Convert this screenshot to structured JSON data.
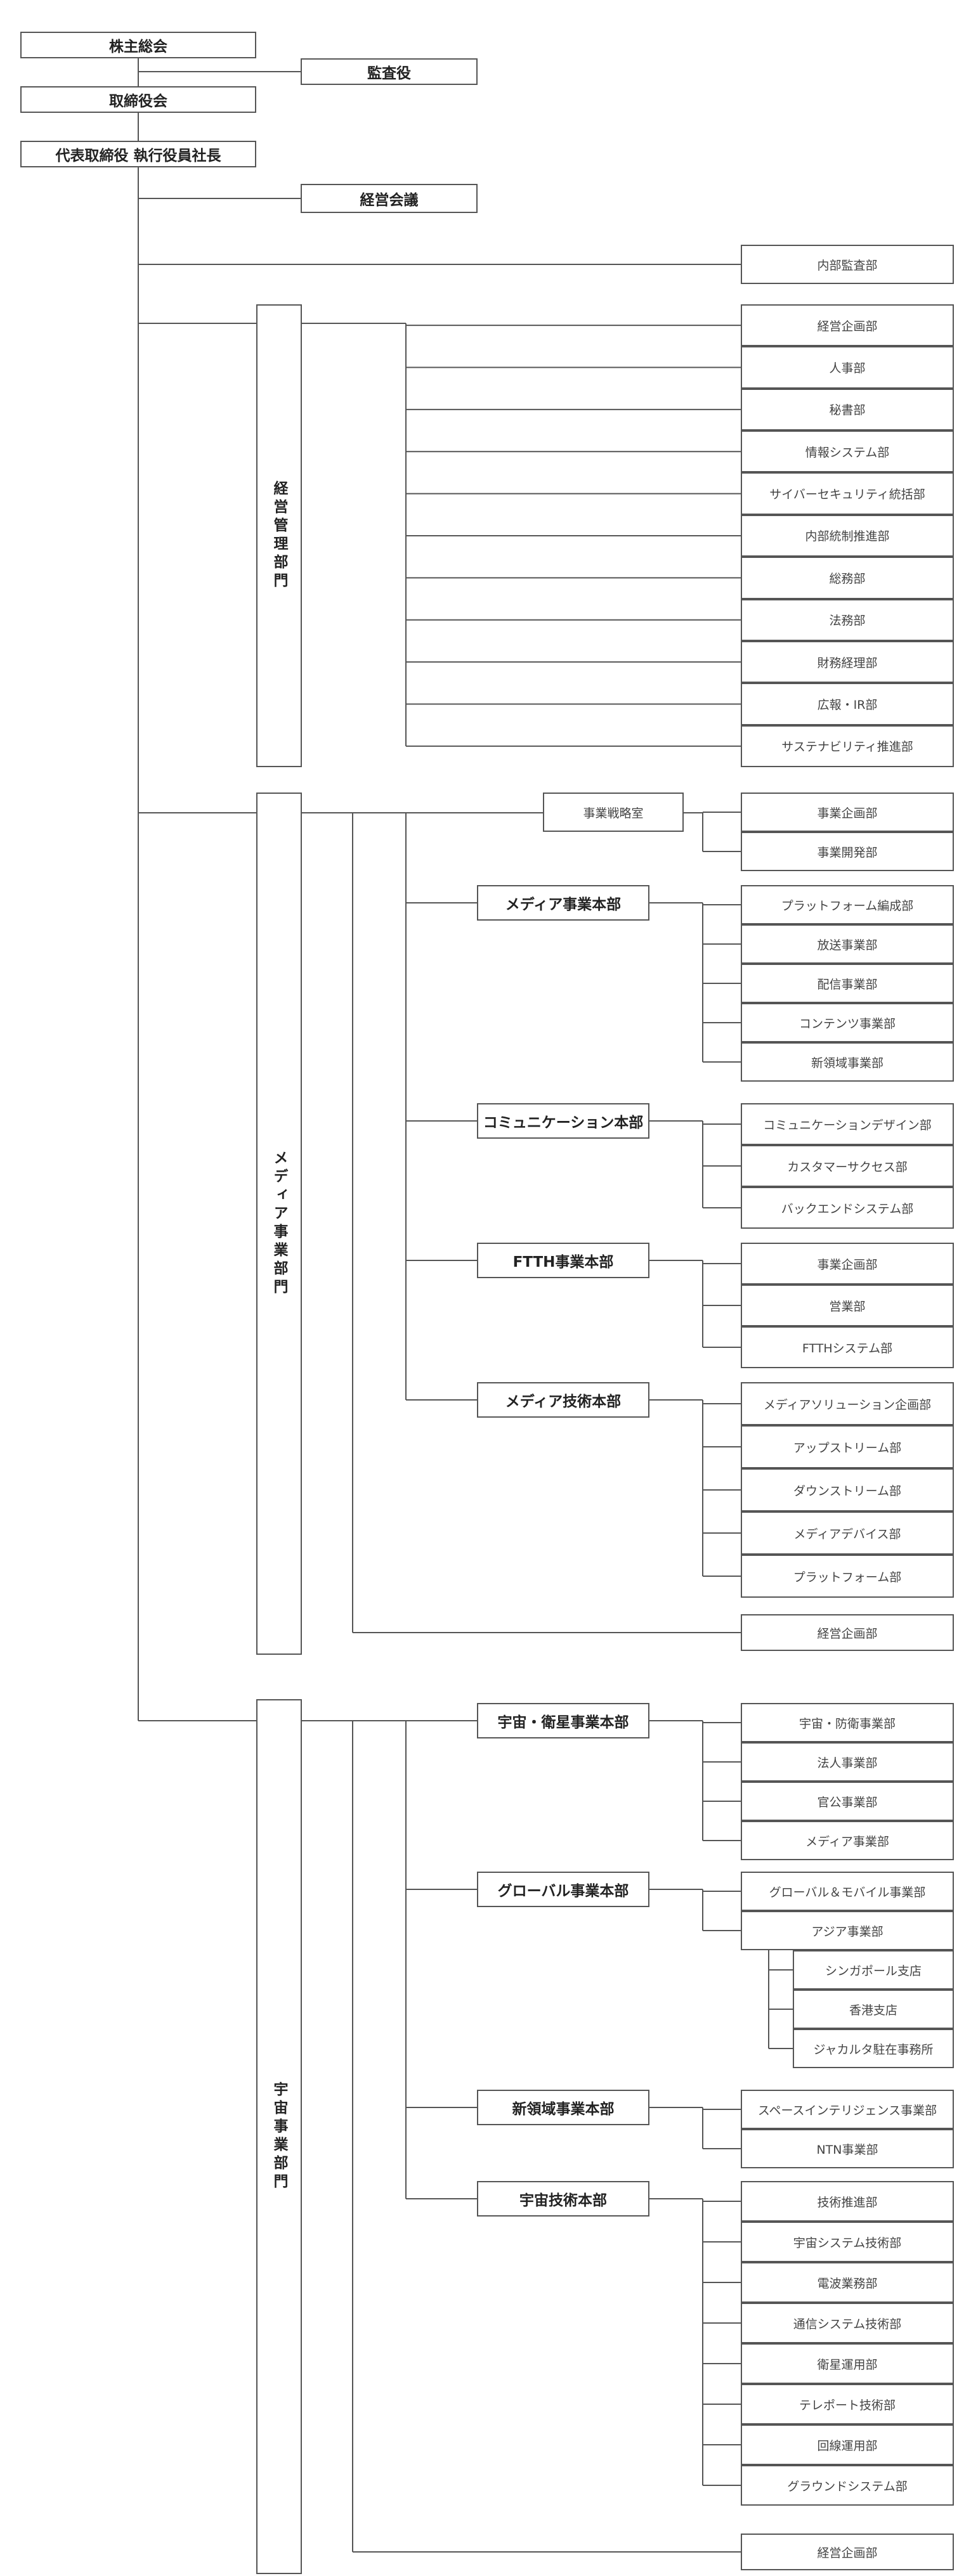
{
  "top": {
    "shareholders": "株主総会",
    "auditor": "監査役",
    "board": "取締役会",
    "president": "代表取締役 執行役員社長",
    "mgmt_meeting": "経営会議",
    "internal_audit": "内部監査部"
  },
  "management": {
    "title": "経営管理部門",
    "departments": [
      "経営企画部",
      "人事部",
      "秘書部",
      "情報システム部",
      "サイバーセキュリティ統括部",
      "内部統制推進部",
      "総務部",
      "法務部",
      "財務経理部",
      "広報・IR部",
      "サステナビリティ推進部"
    ]
  },
  "media": {
    "title": "メディア事業部門",
    "strategy_office": {
      "name": "事業戦略室",
      "departments": [
        "事業企画部",
        "事業開発部"
      ]
    },
    "hq_media": {
      "name": "メディア事業本部",
      "departments": [
        "プラットフォーム編成部",
        "放送事業部",
        "配信事業部",
        "コンテンツ事業部",
        "新領域事業部"
      ]
    },
    "hq_comm": {
      "name": "コミュニケーション本部",
      "departments": [
        "コミュニケーションデザイン部",
        "カスタマーサクセス部",
        "バックエンドシステム部"
      ]
    },
    "hq_ftth": {
      "name": "FTTH事業本部",
      "departments": [
        "事業企画部",
        "営業部",
        "FTTHシステム部"
      ]
    },
    "hq_tech": {
      "name": "メディア技術本部",
      "departments": [
        "メディアソリューション企画部",
        "アップストリーム部",
        "ダウンストリーム部",
        "メディアデバイス部",
        "プラットフォーム部"
      ]
    },
    "planning": "経営企画部"
  },
  "space": {
    "title": "宇宙事業部門",
    "hq_sat": {
      "name": "宇宙・衛星事業本部",
      "departments": [
        "宇宙・防衛事業部",
        "法人事業部",
        "官公事業部",
        "メディア事業部"
      ]
    },
    "hq_global": {
      "name": "グローバル事業本部",
      "departments": [
        "グローバル＆モバイル事業部",
        "アジア事業部"
      ],
      "branches": [
        "シンガポール支店",
        "香港支店",
        "ジャカルタ駐在事務所"
      ]
    },
    "hq_new": {
      "name": "新領域事業本部",
      "departments": [
        "スペースインテリジェンス事業部",
        "NTN事業部"
      ]
    },
    "hq_tech": {
      "name": "宇宙技術本部",
      "departments": [
        "技術推進部",
        "宇宙システム技術部",
        "電波業務部",
        "通信システム技術部",
        "衛星運用部",
        "テレポート技術部",
        "回線運用部",
        "グラウンドシステム部"
      ]
    },
    "planning": "経営企画部"
  }
}
